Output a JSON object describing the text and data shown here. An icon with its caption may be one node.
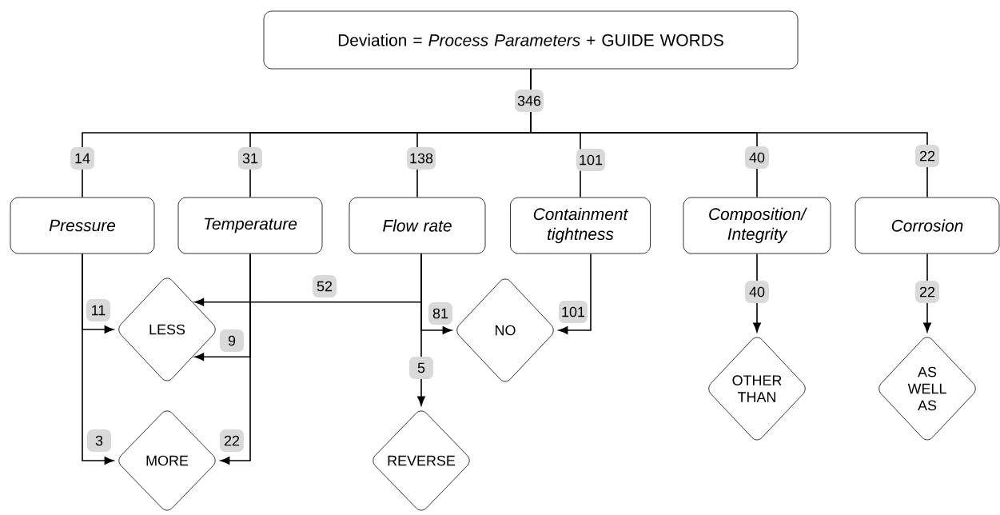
{
  "diagram": {
    "nodes": [
      {
        "text": [
          "Deviation = *Process Parameters* + GUIDE WORDS"
        ]
      },
      {
        "text": [
          "Pressure"
        ]
      },
      {
        "text": [
          "Temperature"
        ]
      },
      {
        "text": [
          "Flow rate"
        ]
      },
      {
        "text": [
          "Containment tightness"
        ]
      },
      {
        "text": [
          "Composition/ Integrity"
        ]
      },
      {
        "text": [
          "Corrosion"
        ]
      },
      {
        "text": [
          "LESS"
        ]
      },
      {
        "text": [
          "MORE"
        ]
      },
      {
        "text": [
          "NO"
        ]
      },
      {
        "text": [
          "REVERSE"
        ]
      },
      {
        "text": [
          "OTHER THAN"
        ]
      },
      {
        "text": [
          "AS WELL AS"
        ]
      }
    ],
    "edges": [
      {
        "from": 0,
        "to": 1,
        "arrow": "none",
        "label": "14"
      },
      {
        "from": 0,
        "to": 2,
        "arrow": "none",
        "label": "31"
      },
      {
        "from": 0,
        "to": 3,
        "arrow": "none",
        "label": "138"
      },
      {
        "from": 0,
        "to": 4,
        "arrow": "none",
        "label": "101"
      },
      {
        "from": 0,
        "to": 5,
        "arrow": "none",
        "label": "40"
      },
      {
        "from": 0,
        "to": 6,
        "arrow": "none",
        "label": "22"
      },
      {
        "from": 1,
        "to": 7,
        "arrow": "to",
        "label": "11"
      },
      {
        "from": 1,
        "to": 8,
        "arrow": "to",
        "label": "3"
      },
      {
        "from": 2,
        "to": 7,
        "arrow": "to",
        "label": "9"
      },
      {
        "from": 2,
        "to": 8,
        "arrow": "to",
        "label": "22"
      },
      {
        "from": 3,
        "to": 7,
        "arrow": "to",
        "label": "52"
      },
      {
        "from": 3,
        "to": 9,
        "arrow": "to",
        "label": "81"
      },
      {
        "from": 3,
        "to": 10,
        "arrow": "to",
        "label": "5"
      },
      {
        "from": 4,
        "to": 9,
        "arrow": "to",
        "label": "101"
      },
      {
        "from": 5,
        "to": 11,
        "arrow": "to",
        "label": "40"
      },
      {
        "from": 6,
        "to": 12,
        "arrow": "to",
        "label": "22"
      }
    ],
    "labels": [
      "346"
    ]
  }
}
